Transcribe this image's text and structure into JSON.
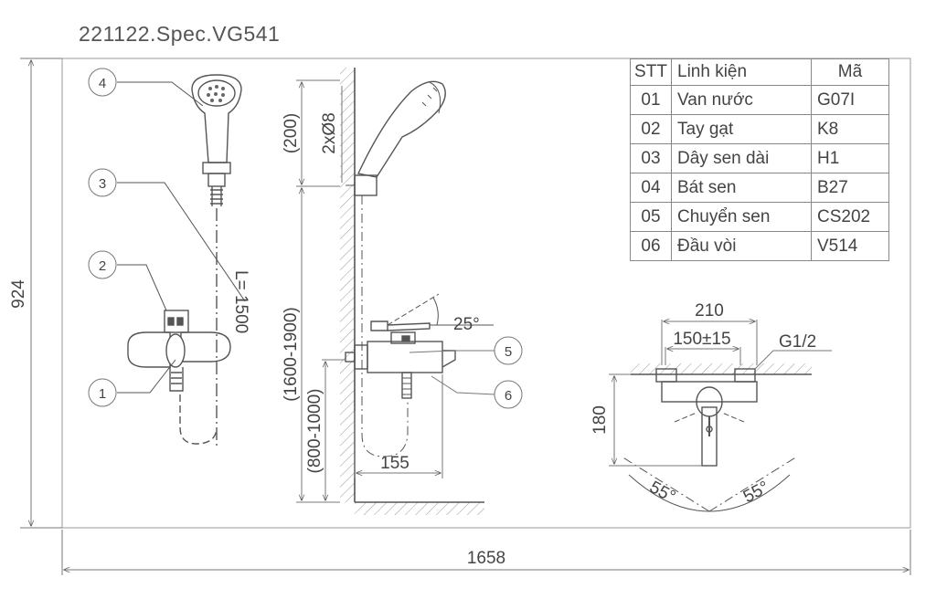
{
  "title": "221122.Spec.VG541",
  "dimensions": {
    "overall_height": "924",
    "overall_width": "1658",
    "hose_length": "L= 1500",
    "handshower_height": "(200)",
    "holder_hole": "2xØ8",
    "holder_height": "(1600-1900)",
    "mixer_height": "(800-1000)",
    "spout_projection": "155",
    "lever_angle": "25°",
    "mixer_width": "210",
    "mixer_centres": "150±15",
    "thread": "G1/2",
    "mixer_depth": "180",
    "angle_left": "55°",
    "angle_right": "55°"
  },
  "callouts": [
    "1",
    "2",
    "3",
    "4",
    "5",
    "6"
  ],
  "table": {
    "headers": [
      "STT",
      "Linh kiện",
      "Mã"
    ],
    "rows": [
      [
        "01",
        "Van nước",
        "G07I"
      ],
      [
        "02",
        "Tay gạt",
        "K8"
      ],
      [
        "03",
        "Dây sen dài",
        "H1"
      ],
      [
        "04",
        "Bát sen",
        "B27"
      ],
      [
        "05",
        "Chuyển sen",
        "CS202"
      ],
      [
        "06",
        "Đầu vòi",
        "V514"
      ]
    ]
  },
  "colors": {
    "line": "#555555",
    "hatch": "#888888",
    "text": "#444444"
  }
}
